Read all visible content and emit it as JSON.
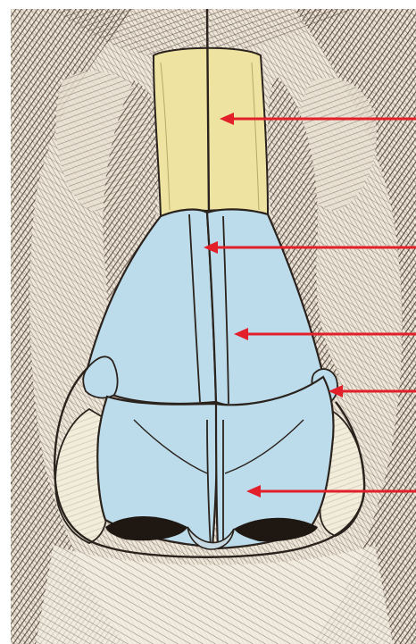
{
  "figure": {
    "regions": [
      {
        "id": "nasal-bone",
        "color": "#eee3a0"
      },
      {
        "id": "upper-lateral-cartilage",
        "color": "#bcdceb"
      },
      {
        "id": "lower-lateral-cartilage",
        "color": "#bcdceb"
      },
      {
        "id": "alar-fibrofatty-tissue",
        "color": "#f2ecda"
      }
    ],
    "colors": {
      "background": "#ffffff",
      "skin-hatching": "#4a3a30",
      "outline": "#2a221c",
      "nasal-bone": "#eee3a0",
      "cartilage": "#bcdceb",
      "alar-tissue": "#f2ecda",
      "pointer-arrow": "#e3202a"
    },
    "pointer_arrows": [
      {
        "id": "arrow-nasal-bone"
      },
      {
        "id": "arrow-rhinion"
      },
      {
        "id": "arrow-upper-lateral-cartilage"
      },
      {
        "id": "arrow-accessory-cartilage"
      },
      {
        "id": "arrow-lower-lateral-cartilage"
      }
    ]
  }
}
